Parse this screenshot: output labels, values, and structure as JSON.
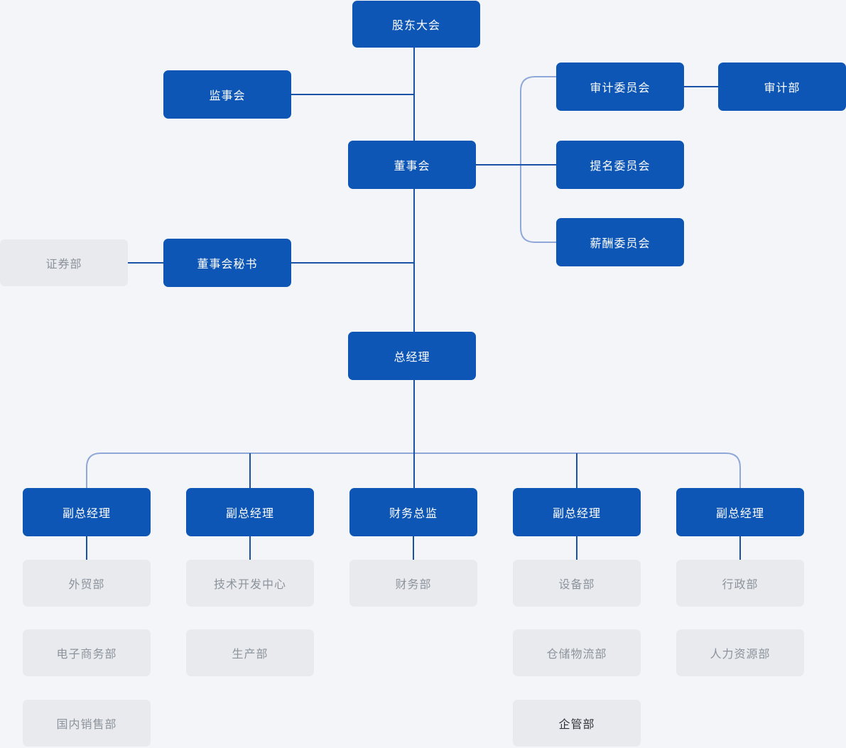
{
  "diagram_type": "org-chart",
  "colors": {
    "node_primary": "#0d56b5",
    "node_primary_text": "#fefefe",
    "node_secondary": "#e8eaee",
    "node_secondary_text": "#8d939c",
    "node_secondary_text_dark": "#30343a",
    "connector_dark": "#1952a6",
    "connector_light": "#8fa8d8",
    "background": "#f4f5f8"
  },
  "nodes": {
    "shareholders": {
      "label": "股东大会"
    },
    "supervisors": {
      "label": "监事会"
    },
    "audit_committee": {
      "label": "审计委员会"
    },
    "audit_dept": {
      "label": "审计部"
    },
    "board": {
      "label": "董事会"
    },
    "nomination_committee": {
      "label": "提名委员会"
    },
    "compensation_committee": {
      "label": "薪酬委员会"
    },
    "board_secretary": {
      "label": "董事会秘书"
    },
    "securities_dept": {
      "label": "证券部"
    },
    "general_manager": {
      "label": "总经理"
    },
    "deputy_gm_1": {
      "label": "副总经理"
    },
    "deputy_gm_2": {
      "label": "副总经理"
    },
    "cfo": {
      "label": "财务总监"
    },
    "deputy_gm_3": {
      "label": "副总经理"
    },
    "deputy_gm_4": {
      "label": "副总经理"
    },
    "foreign_trade_dept": {
      "label": "外贸部"
    },
    "tech_dev_center": {
      "label": "技术开发中心"
    },
    "finance_dept": {
      "label": "财务部"
    },
    "equipment_dept": {
      "label": "设备部"
    },
    "admin_dept": {
      "label": "行政部"
    },
    "ecommerce_dept": {
      "label": "电子商务部"
    },
    "production_dept": {
      "label": "生产部"
    },
    "warehouse_logistics_dept": {
      "label": "仓储物流部"
    },
    "hr_dept": {
      "label": "人力资源部"
    },
    "domestic_sales_dept": {
      "label": "国内销售部"
    },
    "enterprise_mgmt_dept": {
      "label": "企管部"
    }
  }
}
